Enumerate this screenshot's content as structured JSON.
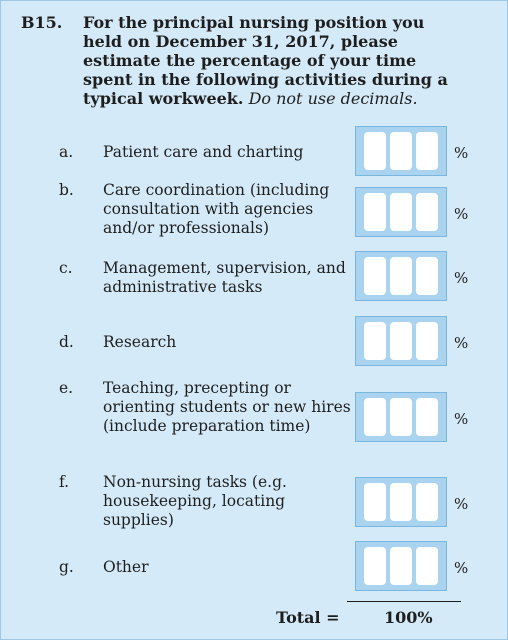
{
  "question": {
    "number": "B15.",
    "text": "For the principal nursing position you held on December 31, 2017, please estimate the percentage of your time spent in the following activities during a typical workweek.",
    "instruction": "Do not use decimals."
  },
  "items": [
    {
      "letter": "a.",
      "label": "Patient care and charting",
      "unit": "%"
    },
    {
      "letter": "b.",
      "label": "Care coordination (including consultation with agencies and/or professionals)",
      "unit": "%"
    },
    {
      "letter": "c.",
      "label": "Management, supervision, and administrative tasks",
      "unit": "%"
    },
    {
      "letter": "d.",
      "label": "Research",
      "unit": "%"
    },
    {
      "letter": "e.",
      "label": "Teaching, precepting or orienting students or new hires (include preparation time)",
      "unit": "%"
    },
    {
      "letter": "f.",
      "label": "Non-nursing tasks (e.g. housekeeping, locating supplies)",
      "unit": "%"
    },
    {
      "letter": "g.",
      "label": "Other",
      "unit": "%"
    }
  ],
  "total": {
    "label": "Total =",
    "value": "100%"
  }
}
